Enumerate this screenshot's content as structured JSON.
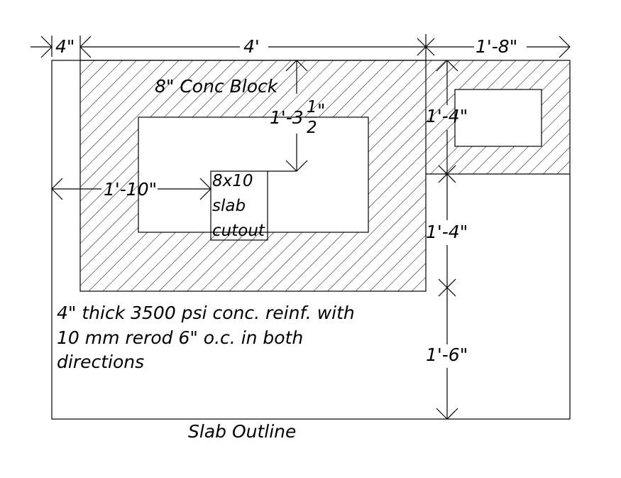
{
  "dimensions": {
    "left_offset": "4\"",
    "block_width": "4'",
    "right_width": "1'-8\"",
    "upper_right_height": "1'-4\"",
    "middle_right_height": "1'-4\"",
    "lower_right_height": "1'-6\"",
    "cutout_offset": "1'-10\"",
    "inner_offset": {
      "main": "1'-3",
      "frac_num": "1",
      "frac_den": "2",
      "inch": "\""
    }
  },
  "labels": {
    "block": "8\" Conc Block",
    "cutout_line1": "8x10",
    "cutout_line2": "slab",
    "cutout_line3": "cutout",
    "note_line1": "4\" thick 3500 psi conc. reinf. with",
    "note_line2": "10 mm rerod 6\" o.c. in both",
    "note_line3": "directions",
    "slab": "Slab Outline"
  }
}
